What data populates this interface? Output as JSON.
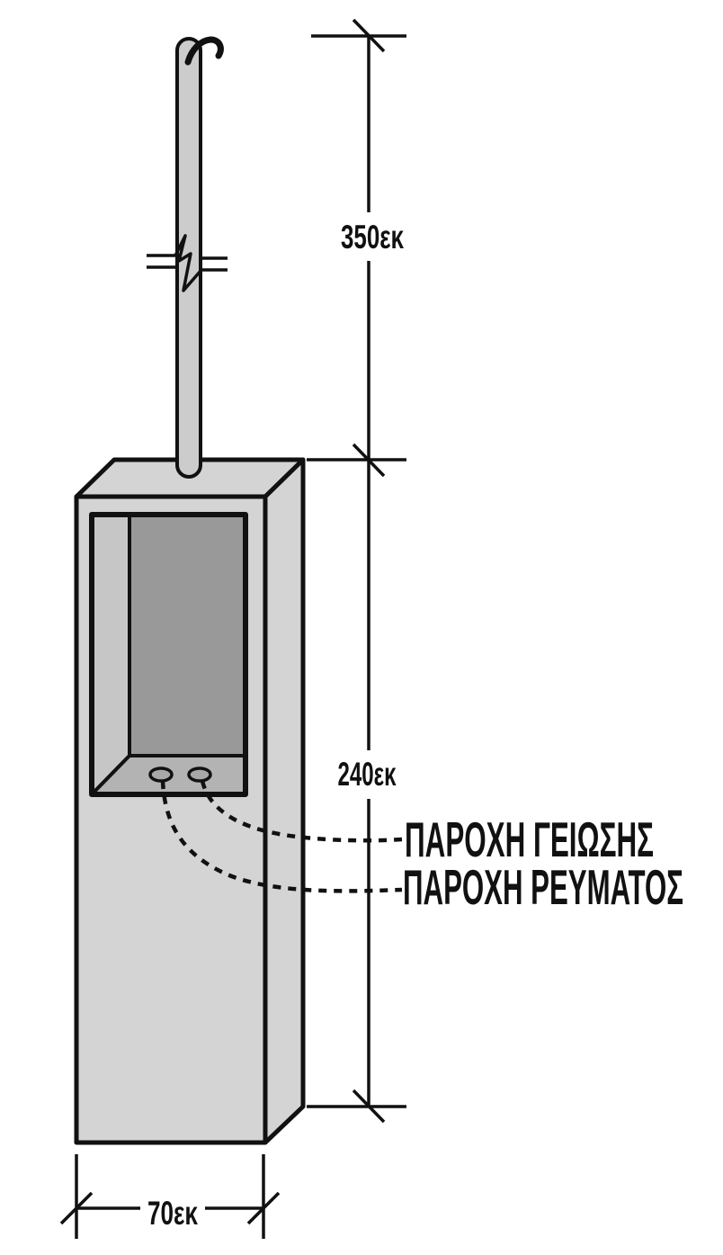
{
  "diagram": {
    "title": "pole-and-pedestal-installation-diagram",
    "dimensions": {
      "pole_height": "350εκ",
      "pedestal_height": "240εκ",
      "pedestal_width": "70εκ"
    },
    "labels": {
      "ground_supply": "ΠΑΡΟΧΗ ΓΕΙΩΣΗΣ",
      "power_supply": "ΠΑΡΟΧΗ ΡΕΥΜΑΤΟΣ"
    },
    "colors": {
      "face": "#d4d4d4",
      "pole": "#cccccc",
      "recess_left_wall": "#c6c6c6",
      "recess_floor": "#b3b3b3",
      "recess_back": "#999999",
      "socket": "#a8a8a8",
      "line": "#111111",
      "background": "#ffffff"
    }
  }
}
